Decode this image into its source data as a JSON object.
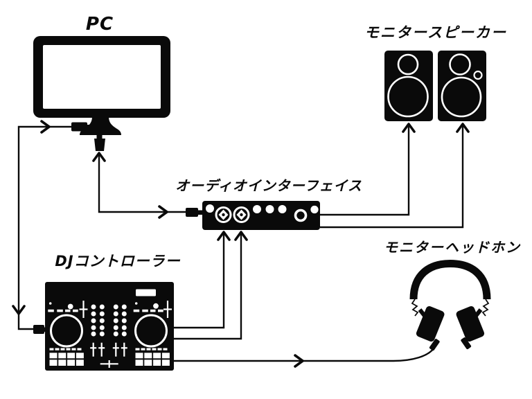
{
  "canvas": {
    "background_color": "#ffffff",
    "ink_color": "#0a0a0a"
  },
  "diagram": {
    "type": "dj-setup-connection-diagram",
    "nodes": [
      {
        "id": "pc",
        "label": "PC",
        "icon": "desktop-monitor-icon"
      },
      {
        "id": "monitor-speakers",
        "label": "モニタースピーカー",
        "icon": "studio-speakers-icon"
      },
      {
        "id": "audio-interface",
        "label": "オーディオインターフェイス",
        "icon": "audio-interface-icon"
      },
      {
        "id": "monitor-headphones",
        "label": "モニターヘッドホン",
        "icon": "headphones-icon"
      },
      {
        "id": "dj-controller",
        "label": "DJコントローラー",
        "icon": "dj-controller-icon"
      }
    ],
    "edges": [
      {
        "from": "dj-controller",
        "to": "pc",
        "lines": 1,
        "direction": "bidirectional"
      },
      {
        "from": "pc",
        "to": "audio-interface",
        "lines": 1,
        "direction": "bidirectional"
      },
      {
        "from": "audio-interface",
        "to": "monitor-speakers",
        "lines": 2,
        "direction": "one-way"
      },
      {
        "from": "dj-controller",
        "to": "audio-interface",
        "lines": 2,
        "direction": "one-way"
      },
      {
        "from": "dj-controller",
        "to": "monitor-headphones",
        "lines": 1,
        "direction": "one-way"
      }
    ]
  }
}
